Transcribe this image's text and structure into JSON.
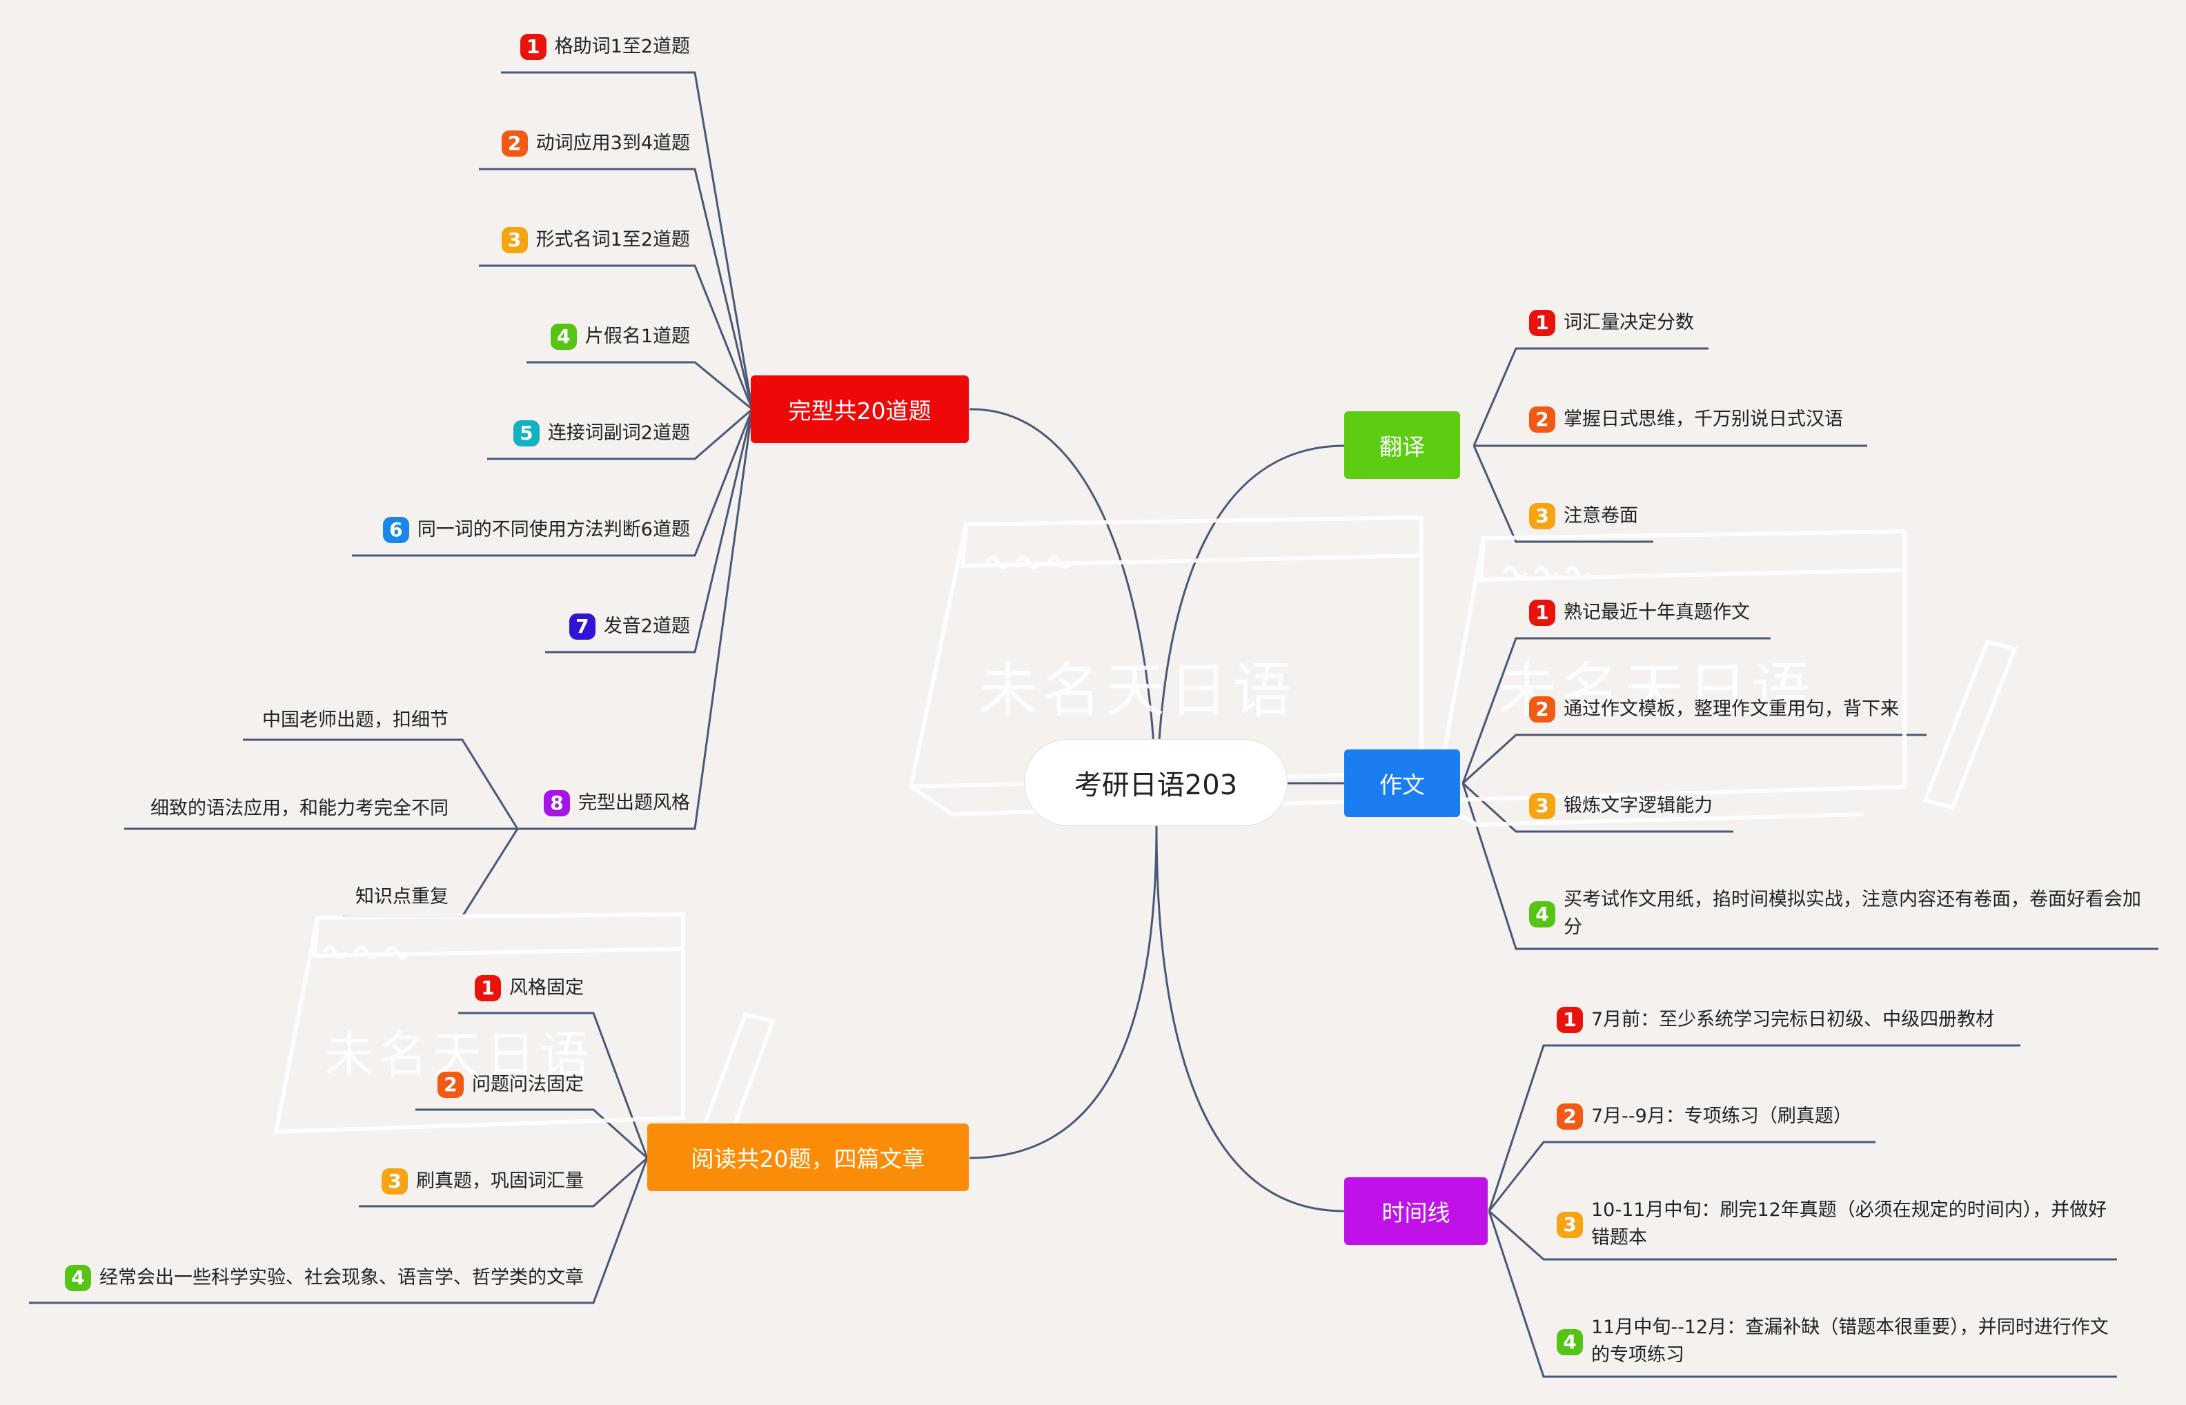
{
  "root": {
    "label": "考研日语203"
  },
  "colors": {
    "line": "#4a5878",
    "badge_red": "#e8140c",
    "badge_orange": "#f05a14",
    "badge_yellow": "#f7a413",
    "badge_green": "#55c414",
    "badge_teal": "#13b2c2",
    "badge_blue": "#1a88e8",
    "badge_indigo": "#2f14d6",
    "badge_purple": "#a614e6"
  },
  "branches": {
    "wanxing": {
      "label": "完型共20道题",
      "color": "#ee0808",
      "items": [
        {
          "num": "1",
          "text": "格助词1至2道题"
        },
        {
          "num": "2",
          "text": "动词应用3到4道题"
        },
        {
          "num": "3",
          "text": "形式名词1至2道题"
        },
        {
          "num": "4",
          "text": "片假名1道题"
        },
        {
          "num": "5",
          "text": "连接词副词2道题"
        },
        {
          "num": "6",
          "text": "同一词的不同使用方法判断6道题"
        },
        {
          "num": "7",
          "text": "发音2道题"
        },
        {
          "num": "8",
          "text": "完型出题风格"
        }
      ],
      "style_items": [
        {
          "text": "中国老师出题，扣细节"
        },
        {
          "text": "细致的语法应用，和能力考完全不同"
        },
        {
          "text": "知识点重复"
        }
      ]
    },
    "yuedu": {
      "label": "阅读共20题，四篇文章",
      "color": "#fb8c07",
      "items": [
        {
          "num": "1",
          "text": "风格固定"
        },
        {
          "num": "2",
          "text": "问题问法固定"
        },
        {
          "num": "3",
          "text": "刷真题，巩固词汇量"
        },
        {
          "num": "4",
          "text": "经常会出一些科学实验、社会现象、语言学、哲学类的文章"
        }
      ]
    },
    "fanyi": {
      "label": "翻译",
      "color": "#5ccd12",
      "items": [
        {
          "num": "1",
          "text": "词汇量决定分数"
        },
        {
          "num": "2",
          "text": "掌握日式思维，千万别说日式汉语"
        },
        {
          "num": "3",
          "text": "注意卷面"
        }
      ]
    },
    "zuowen": {
      "label": "作文",
      "color": "#1b7ef0",
      "items": [
        {
          "num": "1",
          "text": "熟记最近十年真题作文"
        },
        {
          "num": "2",
          "text": "通过作文模板，整理作文重用句，背下来"
        },
        {
          "num": "3",
          "text": "锻炼文字逻辑能力"
        },
        {
          "num": "4",
          "text": "买考试作文用纸，掐时间模拟实战，注意内容还有卷面，卷面好看会加分"
        }
      ]
    },
    "shijianxian": {
      "label": "时间线",
      "color": "#c012e8",
      "items": [
        {
          "num": "1",
          "text": "7月前：至少系统学习完标日初级、中级四册教材"
        },
        {
          "num": "2",
          "text": "7月--9月：专项练习（刷真题）"
        },
        {
          "num": "3",
          "text": "10-11月中旬：刷完12年真题（必须在规定的时间内），并做好错题本"
        },
        {
          "num": "4",
          "text": "11月中旬--12月：查漏补缺（错题本很重要），并同时进行作文的专项练习"
        }
      ]
    }
  },
  "watermark": {
    "text": "未名天日语"
  }
}
